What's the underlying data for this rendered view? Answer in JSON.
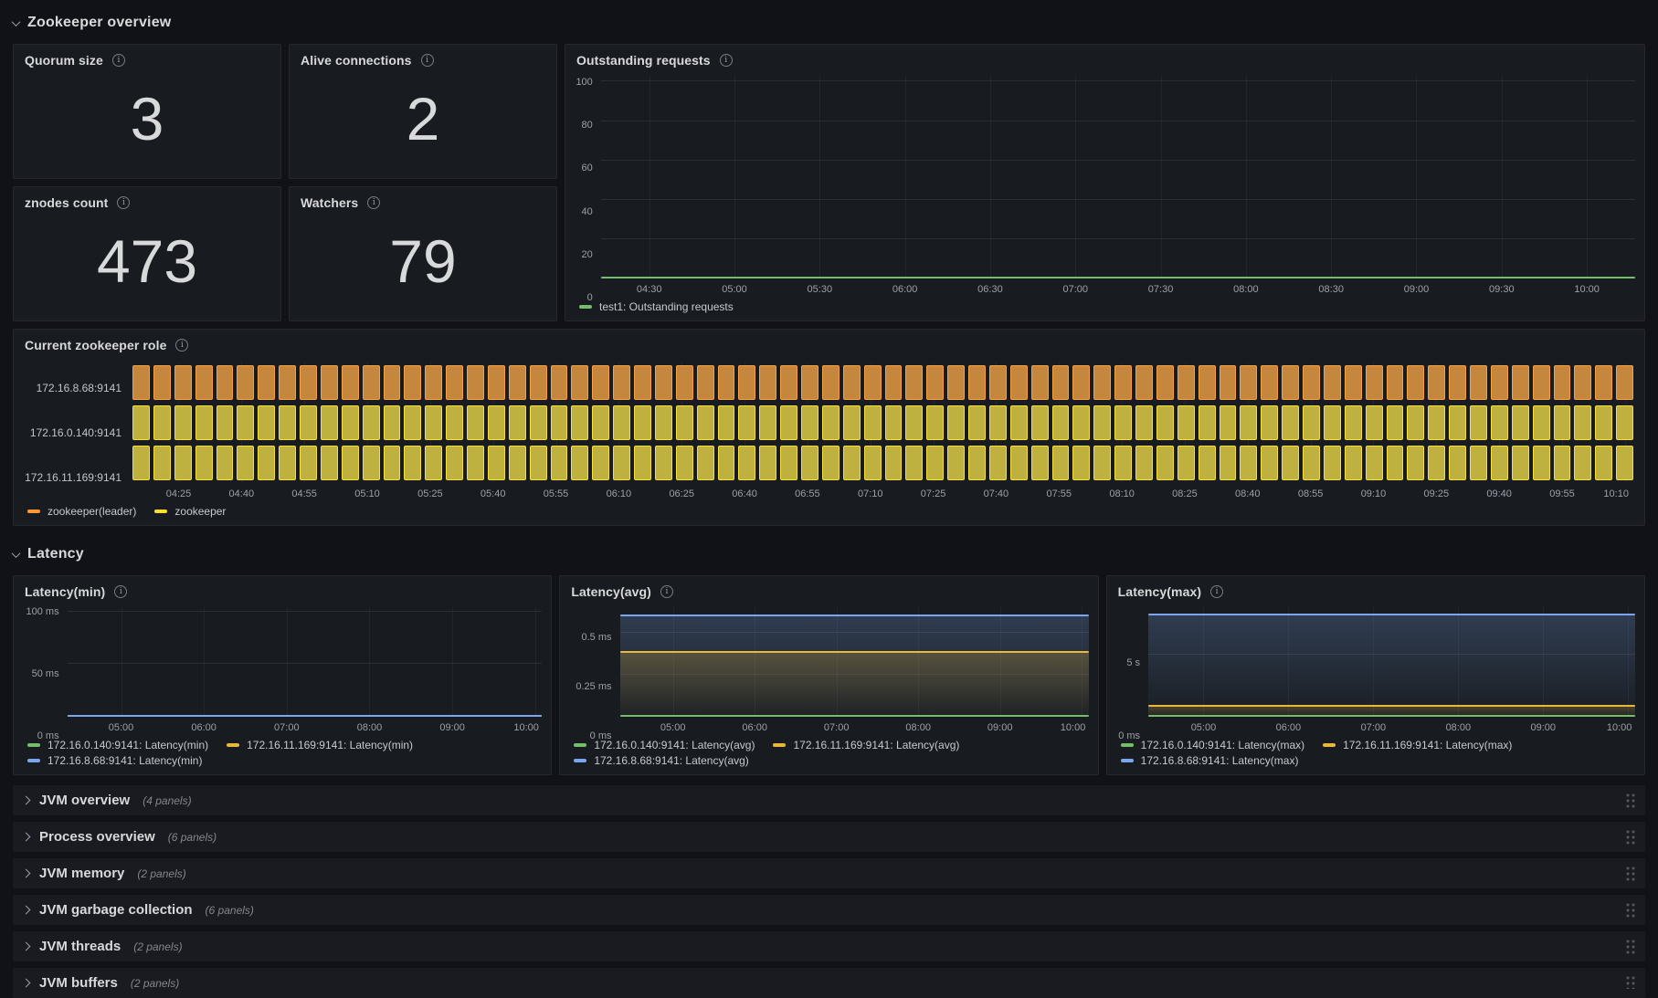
{
  "colors": {
    "background": "#111217",
    "panel_background": "#181B1F",
    "green": "#73BF69",
    "yellow": "#EAB839",
    "blue": "#7BA6EE",
    "orange": "#FF9830",
    "lemon": "#FADE2A",
    "text_primary": "#D8D9DA",
    "text_secondary": "#9DA0A8"
  },
  "sections": {
    "overview": {
      "title": "Zookeeper overview"
    },
    "latency": {
      "title": "Latency"
    }
  },
  "stats": [
    {
      "title": "Quorum size",
      "value": "3"
    },
    {
      "title": "Alive connections",
      "value": "2"
    },
    {
      "title": "znodes count",
      "value": "473"
    },
    {
      "title": "Watchers",
      "value": "79"
    }
  ],
  "chart_data": [
    {
      "id": "outstanding-requests",
      "type": "line",
      "title": "Outstanding requests",
      "x_start": "04:13",
      "x_end": "10:17",
      "x_ticks": [
        "04:30",
        "05:00",
        "05:30",
        "06:00",
        "06:30",
        "07:00",
        "07:30",
        "08:00",
        "08:30",
        "09:00",
        "09:30",
        "10:00"
      ],
      "y_ticks": [
        {
          "v": 0,
          "label": "0"
        },
        {
          "v": 20,
          "label": "20"
        },
        {
          "v": 40,
          "label": "40"
        },
        {
          "v": 60,
          "label": "60"
        },
        {
          "v": 80,
          "label": "80"
        },
        {
          "v": 100,
          "label": "100"
        }
      ],
      "ylim": [
        0,
        103
      ],
      "series": [
        {
          "name": "test1: Outstanding requests",
          "color": "#73BF69",
          "value": 0,
          "fill": false
        }
      ],
      "legend_rows": [
        [
          {
            "label": "test1: Outstanding requests",
            "color": "#73BF69"
          }
        ]
      ]
    },
    {
      "id": "zookeeper-role",
      "type": "state-timeline",
      "title": "Current zookeeper role",
      "x_start": "04:14",
      "x_end": "10:12",
      "x_ticks": [
        "04:25",
        "04:40",
        "04:55",
        "05:10",
        "05:25",
        "05:40",
        "05:55",
        "06:10",
        "06:25",
        "06:40",
        "06:55",
        "07:10",
        "07:25",
        "07:40",
        "07:55",
        "08:10",
        "08:25",
        "08:40",
        "08:55",
        "09:10",
        "09:25",
        "09:40",
        "09:55",
        "10:10"
      ],
      "segments": 72,
      "rows": [
        {
          "label": "172.16.8.68:9141",
          "state": "zookeeper(leader)",
          "fill": "#C5863D",
          "border": "#F7A13F"
        },
        {
          "label": "172.16.0.140:9141",
          "state": "zookeeper",
          "fill": "#BFB13F",
          "border": "#F5E03C"
        },
        {
          "label": "172.16.11.169:9141",
          "state": "zookeeper",
          "fill": "#BFB13F",
          "border": "#F5E03C"
        }
      ],
      "legend_rows": [
        [
          {
            "label": "zookeeper(leader)",
            "color": "#FF9830"
          },
          {
            "label": "zookeeper",
            "color": "#FADE2A"
          }
        ]
      ]
    },
    {
      "id": "latency-min",
      "type": "line",
      "title": "Latency(min)",
      "x_start": "04:21",
      "x_end": "10:05",
      "x_ticks": [
        "05:00",
        "06:00",
        "07:00",
        "08:00",
        "09:00",
        "10:00"
      ],
      "y_ticks": [
        {
          "v": 0,
          "label": "0 ms"
        },
        {
          "v": 50,
          "label": "50 ms"
        },
        {
          "v": 100,
          "label": "100 ms"
        }
      ],
      "ylim": [
        0,
        104
      ],
      "series": [
        {
          "name": "172.16.0.140:9141: Latency(min)",
          "color": "#73BF69",
          "value": 0,
          "fill": false
        },
        {
          "name": "172.16.11.169:9141: Latency(min)",
          "color": "#EAB839",
          "value": 0,
          "fill": false
        },
        {
          "name": "172.16.8.68:9141: Latency(min)",
          "color": "#7BA6EE",
          "value": 0,
          "fill": false
        }
      ],
      "legend_rows": [
        [
          {
            "label": "172.16.0.140:9141: Latency(min)",
            "color": "#73BF69"
          },
          {
            "label": "172.16.11.169:9141: Latency(min)",
            "color": "#EAB839"
          }
        ],
        [
          {
            "label": "172.16.8.68:9141: Latency(min)",
            "color": "#7BA6EE"
          }
        ]
      ]
    },
    {
      "id": "latency-avg",
      "type": "line",
      "title": "Latency(avg)",
      "x_start": "04:21",
      "x_end": "10:05",
      "x_ticks": [
        "05:00",
        "06:00",
        "07:00",
        "08:00",
        "09:00",
        "10:00"
      ],
      "y_ticks": [
        {
          "v": 0,
          "label": "0 ms"
        },
        {
          "v": 0.25,
          "label": "0.25 ms"
        },
        {
          "v": 0.5,
          "label": "0.5 ms"
        }
      ],
      "ylim": [
        0,
        0.655
      ],
      "series": [
        {
          "name": "172.16.8.68:9141: Latency(avg)",
          "color": "#7BA6EE",
          "value": 0.605,
          "fill": true
        },
        {
          "name": "172.16.11.169:9141: Latency(avg)",
          "color": "#EAB839",
          "value": 0.39,
          "fill": true
        },
        {
          "name": "172.16.0.140:9141: Latency(avg)",
          "color": "#73BF69",
          "value": 0.005,
          "fill": false
        }
      ],
      "legend_rows": [
        [
          {
            "label": "172.16.0.140:9141: Latency(avg)",
            "color": "#73BF69"
          },
          {
            "label": "172.16.11.169:9141: Latency(avg)",
            "color": "#EAB839"
          }
        ],
        [
          {
            "label": "172.16.8.68:9141: Latency(avg)",
            "color": "#7BA6EE"
          }
        ]
      ]
    },
    {
      "id": "latency-max",
      "type": "line",
      "title": "Latency(max)",
      "x_start": "04:21",
      "x_end": "10:05",
      "x_ticks": [
        "05:00",
        "06:00",
        "07:00",
        "08:00",
        "09:00",
        "10:00"
      ],
      "y_ticks": [
        {
          "v": 0,
          "label": "0 ms"
        },
        {
          "v": 5,
          "label": "5 s"
        }
      ],
      "ylim": [
        0,
        8.8
      ],
      "series": [
        {
          "name": "172.16.8.68:9141: Latency(max)",
          "color": "#7BA6EE",
          "value": 8.2,
          "fill": true
        },
        {
          "name": "172.16.11.169:9141: Latency(max)",
          "color": "#EAB839",
          "value": 0.85,
          "fill": true
        },
        {
          "name": "172.16.0.140:9141: Latency(max)",
          "color": "#73BF69",
          "value": 0.07,
          "fill": false
        }
      ],
      "legend_rows": [
        [
          {
            "label": "172.16.0.140:9141: Latency(max)",
            "color": "#73BF69"
          },
          {
            "label": "172.16.11.169:9141: Latency(max)",
            "color": "#EAB839"
          }
        ],
        [
          {
            "label": "172.16.8.68:9141: Latency(max)",
            "color": "#7BA6EE"
          }
        ]
      ]
    }
  ],
  "collapsed_rows": [
    {
      "title": "JVM overview",
      "count": "(4 panels)"
    },
    {
      "title": "Process overview",
      "count": "(6 panels)"
    },
    {
      "title": "JVM memory",
      "count": "(2 panels)"
    },
    {
      "title": "JVM garbage collection",
      "count": "(6 panels)"
    },
    {
      "title": "JVM threads",
      "count": "(2 panels)"
    },
    {
      "title": "JVM buffers",
      "count": "(2 panels)"
    }
  ]
}
